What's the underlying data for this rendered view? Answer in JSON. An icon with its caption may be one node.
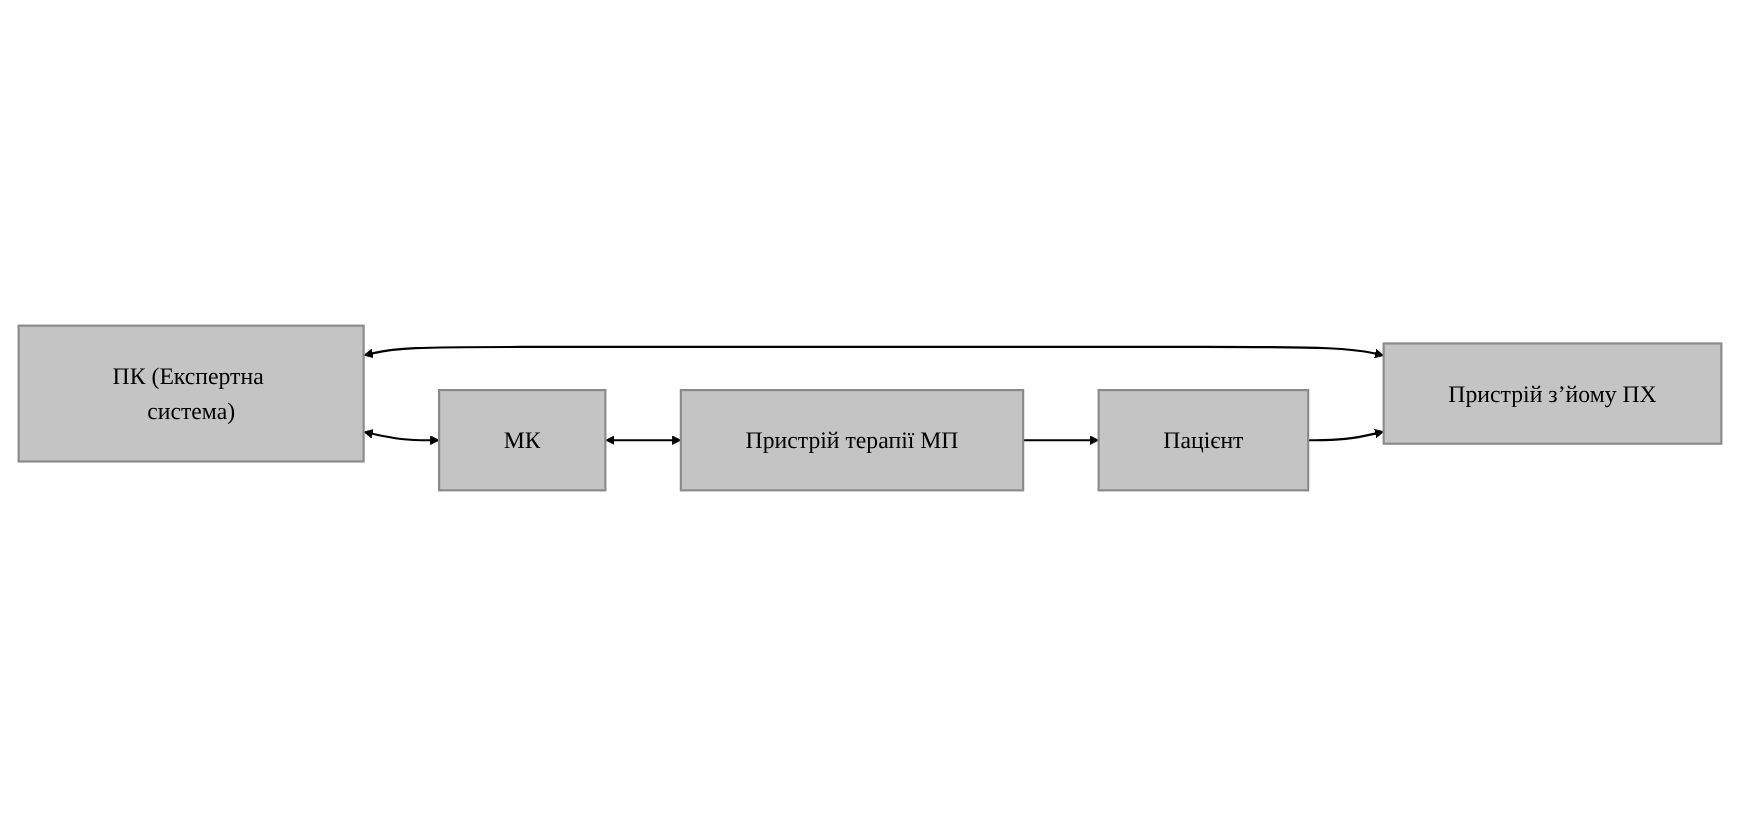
{
  "diagram": {
    "nodes": [
      {
        "text": [
          "ПК (Експертна система)"
        ]
      },
      {
        "text": [
          "Пристрій з’йому ПХ"
        ]
      },
      {
        "text": [
          "МК"
        ]
      },
      {
        "text": [
          "Пристрій терапії МП"
        ]
      },
      {
        "text": [
          "Пацієнт"
        ]
      }
    ],
    "edges": [
      {
        "from": 0,
        "to": 1,
        "arrow": "both"
      },
      {
        "from": 0,
        "to": 2,
        "arrow": "both"
      },
      {
        "from": 2,
        "to": 3,
        "arrow": "both"
      },
      {
        "from": 3,
        "to": 4,
        "arrow": "to"
      },
      {
        "from": 4,
        "to": 1,
        "arrow": "to"
      }
    ]
  }
}
